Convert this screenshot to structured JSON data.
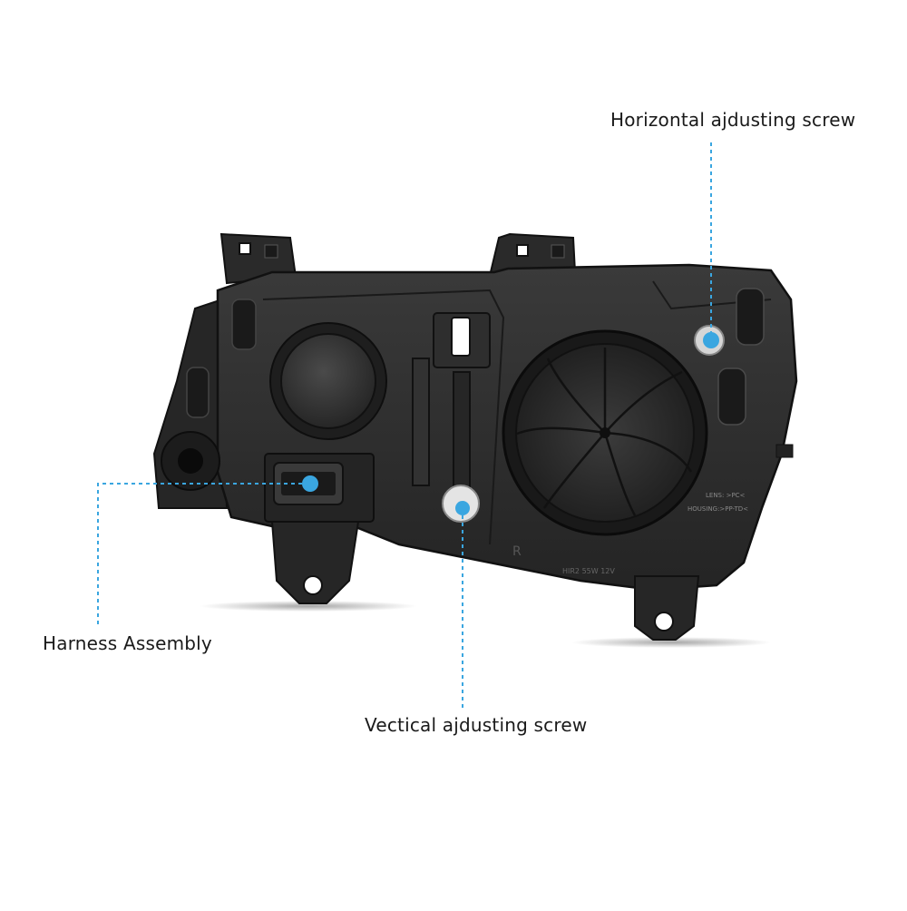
{
  "callouts": {
    "horizontal": {
      "label": "Horizontal ajdusting screw"
    },
    "harness": {
      "label": "Harness Assembly"
    },
    "vertical": {
      "label": "Vectical ajdusting screw"
    }
  },
  "side_mark": "R",
  "spec_text": "HIR2 55W 12V",
  "lens_text": "LENS: >PC<",
  "housing_text": "HOUSING:>PP-TD<",
  "colors": {
    "accent": "#3aa6e0",
    "housing": "#2b2b2b",
    "background": "#ffffff"
  }
}
